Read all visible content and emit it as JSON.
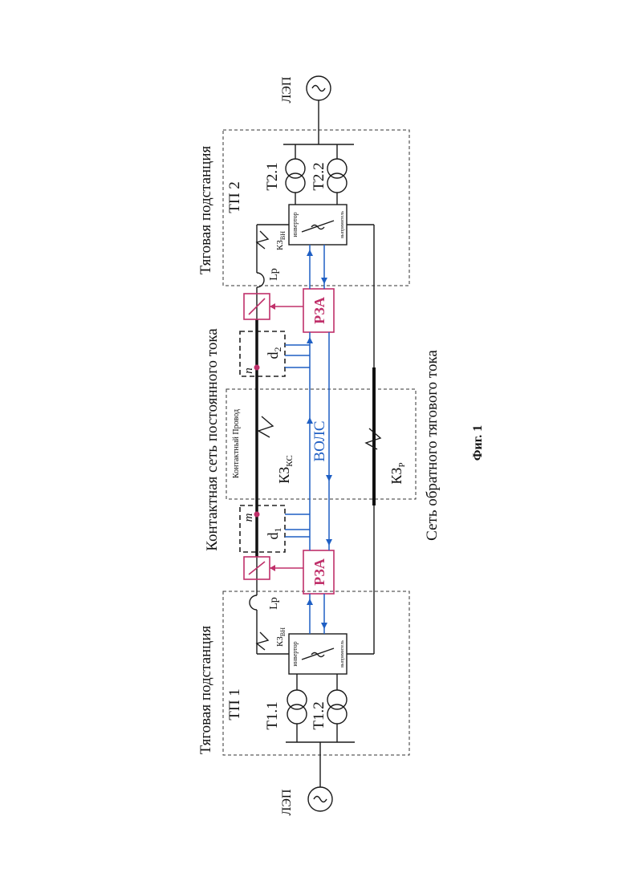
{
  "labels": {
    "lep_left": "ЛЭП",
    "lep_right": "ЛЭП",
    "substation_left": "Тяговая подстанция",
    "substation_right": "Тяговая подстанция",
    "tp1": "ТП 1",
    "tp2": "ТП 2",
    "t11": "Т1.1",
    "t12": "Т1.2",
    "t21": "Т2.1",
    "t22": "Т2.2",
    "inverter_left": "инвертор",
    "inverter_right": "инвертор",
    "rectifier_left": "выпрямитель",
    "rectifier_right": "выпрямитель",
    "lp_left": "Lр",
    "lp_right": "Lр",
    "kz_vn_left": "КЗ",
    "kz_vn_left_sub": "ВН",
    "kz_vn_right": "КЗ",
    "kz_vn_right_sub": "ВН",
    "rza_left": "РЗА",
    "rza_right": "РЗА",
    "d1": "d",
    "d1_sub": "1",
    "d2": "d",
    "d2_sub": "2",
    "m": "m",
    "n": "n",
    "contact_network": "Контактная сеть постоянного тока",
    "contact_wire": "Контактный Провод",
    "kz_kc": "КЗ",
    "kz_kc_sub": "КС",
    "vols": "ВОЛС",
    "kz_r": "КЗ",
    "kz_r_sub": "Р",
    "return_network": "Сеть обратного тягового тока",
    "fig": "Фиг. 1"
  },
  "colors": {
    "ink": "#1a1a1a",
    "fiber": "#1f5fc4",
    "protection": "#c0306a"
  }
}
